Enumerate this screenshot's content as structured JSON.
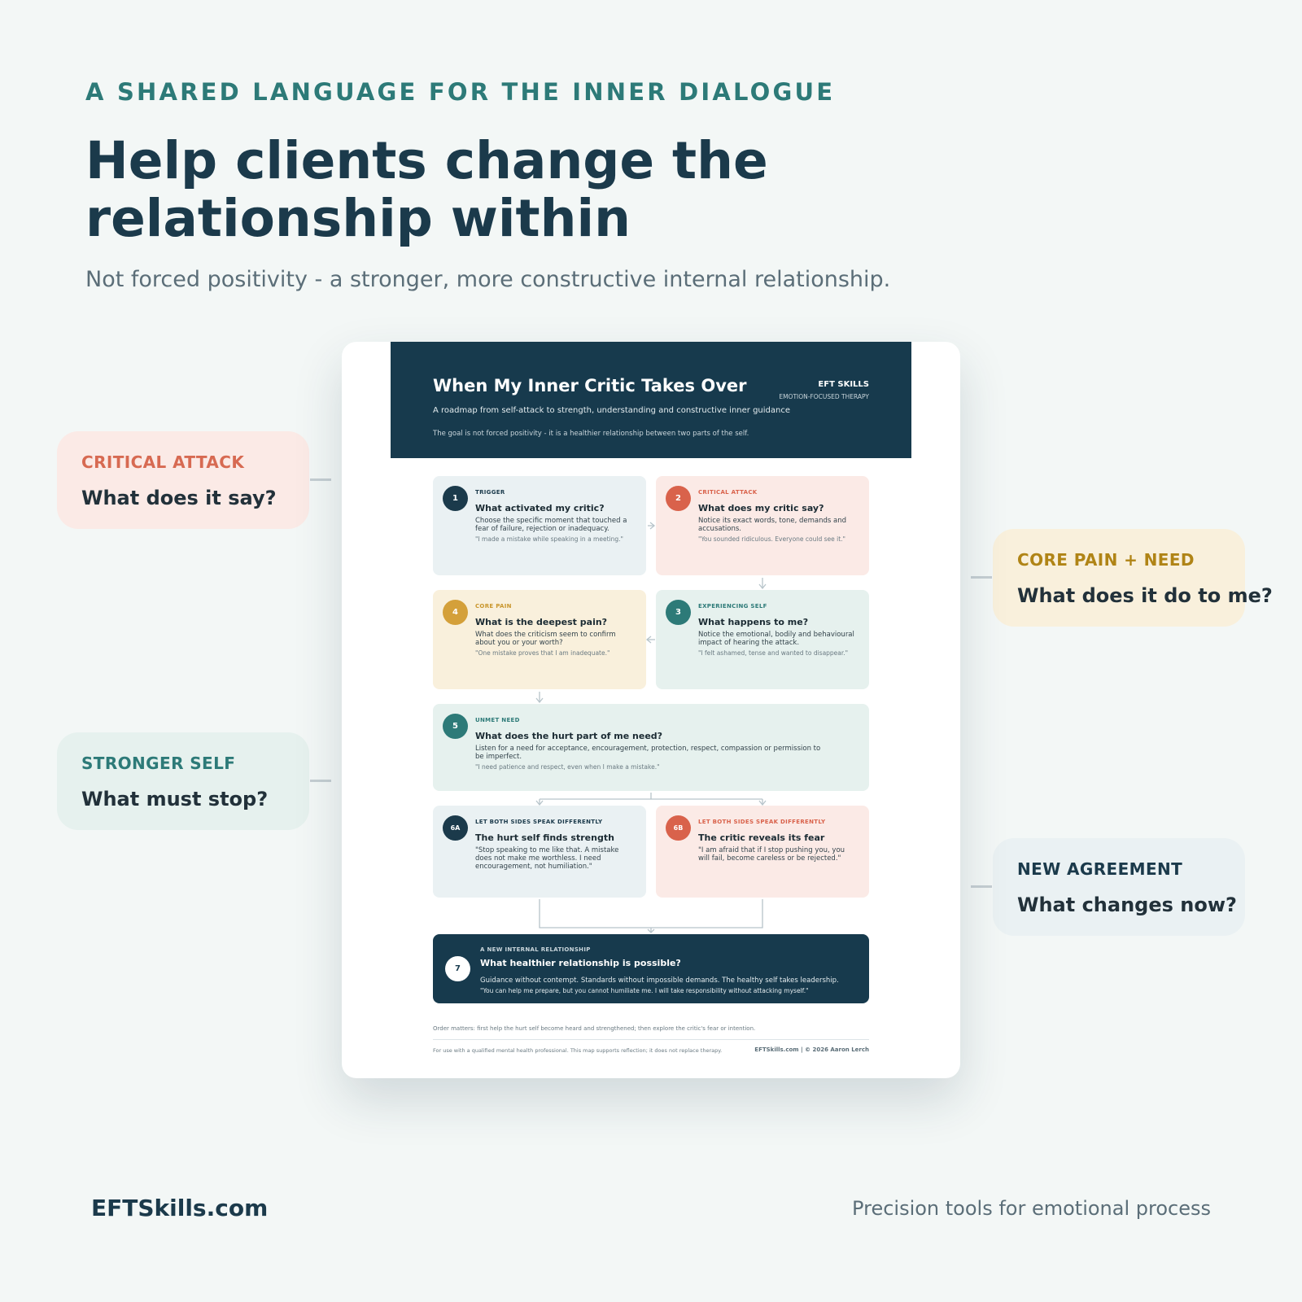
{
  "eyebrow": "A SHARED LANGUAGE FOR THE INNER DIALOGUE",
  "headline": "Help clients change the relationship within",
  "subhead": "Not forced positivity - a stronger, more constructive internal relationship.",
  "callouts": {
    "critical": {
      "label": "CRITICAL ATTACK",
      "question": "What does it say?"
    },
    "core": {
      "label": "CORE PAIN + NEED",
      "question": "What does it do to me?"
    },
    "stronger": {
      "label": "STRONGER SELF",
      "question": "What must stop?"
    },
    "new_agreement": {
      "label": "NEW AGREEMENT",
      "question": "What changes now?"
    }
  },
  "doc": {
    "title": "When My Inner Critic Takes Over",
    "brand": "EFT SKILLS",
    "brand_sub": "EMOTION-FOCUSED THERAPY",
    "subtitle": "A roadmap from self-attack to strength, understanding and constructive inner guidance",
    "goal": "The goal is not forced positivity - it is a healthier relationship between two parts of the self.",
    "steps": {
      "s1": {
        "num": "1",
        "tag": "TRIGGER",
        "title": "What activated my critic?",
        "desc": "Choose the specific moment that touched a fear of failure, rejection or inadequacy.",
        "quote": "\"I made a mistake while speaking in a meeting.\""
      },
      "s2": {
        "num": "2",
        "tag": "CRITICAL ATTACK",
        "title": "What does my critic say?",
        "desc": "Notice its exact words, tone, demands and accusations.",
        "quote": "\"You sounded ridiculous. Everyone could see it.\""
      },
      "s3": {
        "num": "3",
        "tag": "EXPERIENCING SELF",
        "title": "What happens to me?",
        "desc": "Notice the emotional, bodily and behavioural impact of hearing the attack.",
        "quote": "\"I felt ashamed, tense and wanted to disappear.\""
      },
      "s4": {
        "num": "4",
        "tag": "CORE PAIN",
        "title": "What is the deepest pain?",
        "desc": "What does the criticism seem to confirm about you or your worth?",
        "quote": "\"One mistake proves that I am inadequate.\""
      },
      "s5": {
        "num": "5",
        "tag": "UNMET NEED",
        "title": "What does the hurt part of me need?",
        "desc": "Listen for a need for acceptance, encouragement, protection, respect, compassion or permission to be imperfect.",
        "quote": "\"I need patience and respect, even when I make a mistake.\""
      },
      "s6a": {
        "num": "6A",
        "tag": "LET BOTH SIDES SPEAK DIFFERENTLY",
        "title": "The hurt self finds strength",
        "desc": "\"Stop speaking to me like that. A mistake does not make me worthless. I need encouragement, not humiliation.\""
      },
      "s6b": {
        "num": "6B",
        "tag": "LET BOTH SIDES SPEAK DIFFERENTLY",
        "title": "The critic reveals its fear",
        "desc": "\"I am afraid that if I stop pushing you, you will fail, become careless or be rejected.\""
      },
      "s7": {
        "num": "7",
        "tag": "A NEW INTERNAL RELATIONSHIP",
        "title": "What healthier relationship is possible?",
        "desc": "Guidance without contempt. Standards without impossible demands. The healthy self takes leadership.",
        "quote": "\"You can help me prepare, but you cannot humiliate me. I will take responsibility without attacking myself.\""
      }
    },
    "order_note": "Order matters: first help the hurt self become heard and strengthened; then explore the critic's fear or intention.",
    "disclaimer": "For use with a qualified mental health professional. This map supports reflection; it does not replace therapy.",
    "credit": "EFTSkills.com  |  © 2026 Aaron Lerch"
  },
  "footer": {
    "brand": "EFTSkills.com",
    "tagline": "Precision tools for emotional process"
  },
  "colors": {
    "navy": "#173a4d",
    "teal": "#2d7a78",
    "coral": "#d9624b",
    "gold": "#d4a03a",
    "background": "#f3f7f6"
  }
}
